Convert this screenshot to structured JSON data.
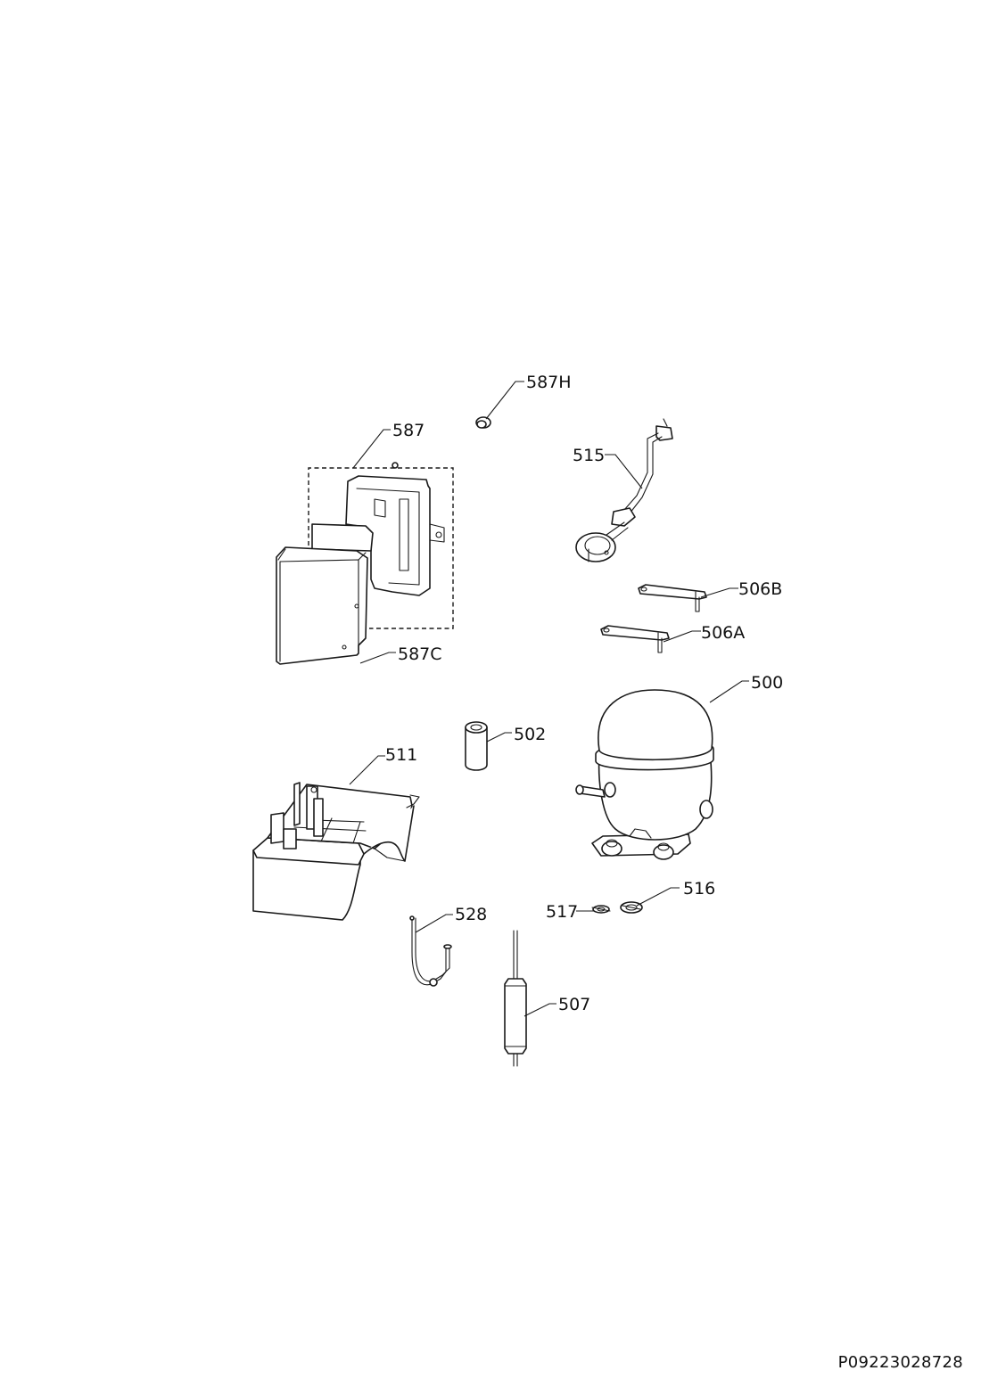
{
  "document_number": "P09223028728",
  "parts": [
    {
      "id": "p587H",
      "label": "587H"
    },
    {
      "id": "p587",
      "label": "587"
    },
    {
      "id": "p515",
      "label": "515"
    },
    {
      "id": "p506B",
      "label": "506B"
    },
    {
      "id": "p506A",
      "label": "506A"
    },
    {
      "id": "p587C",
      "label": "587C"
    },
    {
      "id": "p500",
      "label": "500"
    },
    {
      "id": "p502",
      "label": "502"
    },
    {
      "id": "p511",
      "label": "511"
    },
    {
      "id": "p516",
      "label": "516"
    },
    {
      "id": "p517",
      "label": "517"
    },
    {
      "id": "p528",
      "label": "528"
    },
    {
      "id": "p507",
      "label": "507"
    }
  ]
}
